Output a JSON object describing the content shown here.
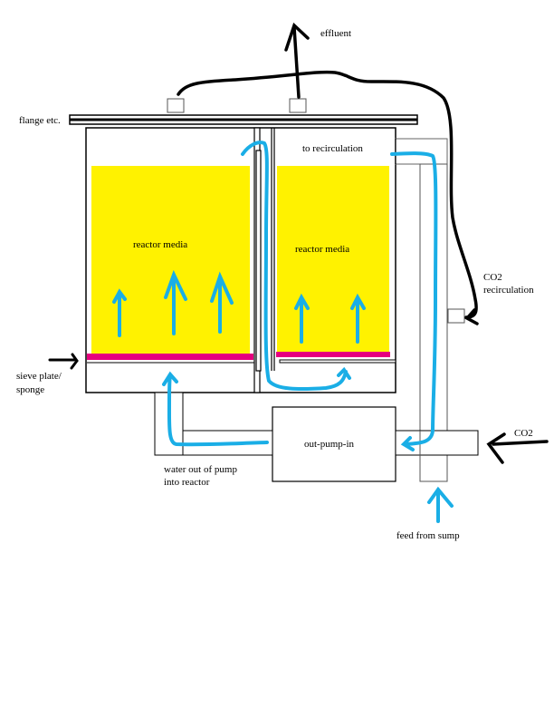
{
  "title": "Reactor recirculation diagram",
  "colors": {
    "media": "#fff200",
    "sieve": "#e6007e",
    "flow": "#1aaee6",
    "line": "#000000",
    "pipe": "#555555"
  },
  "labels": {
    "effluent": "effluent",
    "flange": "flange etc.",
    "to_recirculation": "to recirculation",
    "reactor_media_left": "reactor media",
    "reactor_media_right": "reactor media",
    "co2_recirculation_line1": "CO2",
    "co2_recirculation_line2": "recirculation",
    "sieve_line1": "sieve plate/",
    "sieve_line2": "sponge",
    "pump": "out-pump-in",
    "co2": "CO2",
    "water_out_line1": "water out of pump",
    "water_out_line2": "into reactor",
    "feed": "feed from sump"
  }
}
